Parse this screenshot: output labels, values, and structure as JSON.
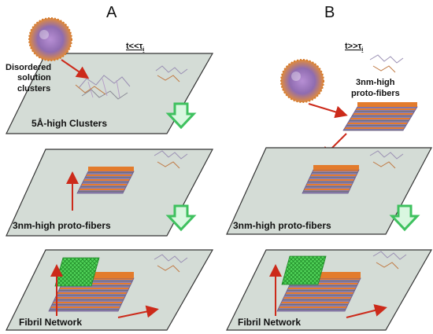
{
  "panels": {
    "a": {
      "letter": "A",
      "time_label": "t<<τ",
      "time_sub": "i",
      "source_label_lines": [
        "Disordered",
        "solution",
        "clusters"
      ],
      "stages": [
        "5Å-high Clusters",
        "3nm-high proto-fibers",
        "Fibril Network"
      ]
    },
    "b": {
      "letter": "B",
      "time_label": "t>>τ",
      "time_sub": "i",
      "protofiber_label_lines": [
        "3nm-high",
        "proto-fibers"
      ],
      "stages": [
        "3nm-high proto-fibers",
        "Fibril Network"
      ]
    }
  },
  "colors": {
    "plane_fill": "#d4dcd6",
    "plane_stroke": "#333333",
    "arrow_red": "#cc2a1a",
    "arrow_green": "#3fc15f",
    "fiber_orange": "#e37b2c",
    "fiber_violet": "#7a5aa8",
    "fiber_gray": "#9aa0a8",
    "fiber_green": "#2fb53a"
  }
}
